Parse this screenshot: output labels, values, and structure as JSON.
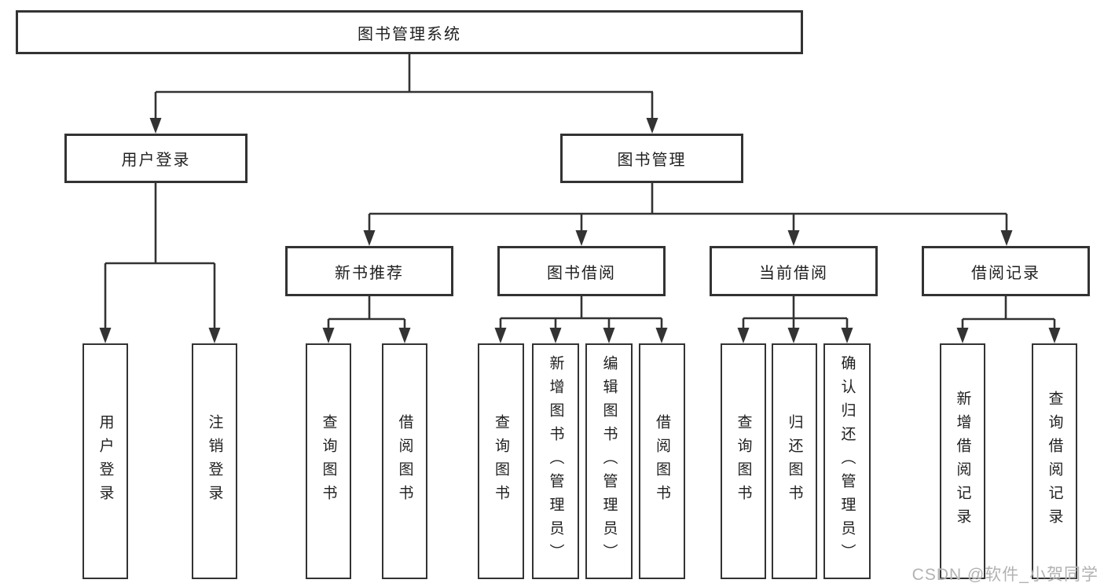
{
  "diagram": {
    "watermark": "CSDN @软件_小贺同学",
    "colors": {
      "line": "#333333",
      "text": "#1f1f1f",
      "box_fill": "#ffffff",
      "background": "#ffffff",
      "watermark": "#b2b2b2"
    },
    "tree": {
      "root": {
        "label": "图书管理系统"
      },
      "branches": [
        {
          "label": "用户登录",
          "children": [
            {
              "label": "用户登录"
            },
            {
              "label": "注销登录"
            }
          ]
        },
        {
          "label": "图书管理",
          "children": [
            {
              "label": "新书推荐",
              "children": [
                {
                  "label": "查询图书"
                },
                {
                  "label": "借阅图书"
                }
              ]
            },
            {
              "label": "图书借阅",
              "children": [
                {
                  "label": "查询图书"
                },
                {
                  "label": "新增图书（管理员）"
                },
                {
                  "label": "编辑图书（管理员）"
                },
                {
                  "label": "借阅图书"
                }
              ]
            },
            {
              "label": "当前借阅",
              "children": [
                {
                  "label": "查询图书"
                },
                {
                  "label": "归还图书"
                },
                {
                  "label": "确认归还（管理员）"
                }
              ]
            },
            {
              "label": "借阅记录",
              "children": [
                {
                  "label": "新增借阅记录"
                },
                {
                  "label": "查询借阅记录"
                }
              ]
            }
          ]
        }
      ]
    }
  }
}
